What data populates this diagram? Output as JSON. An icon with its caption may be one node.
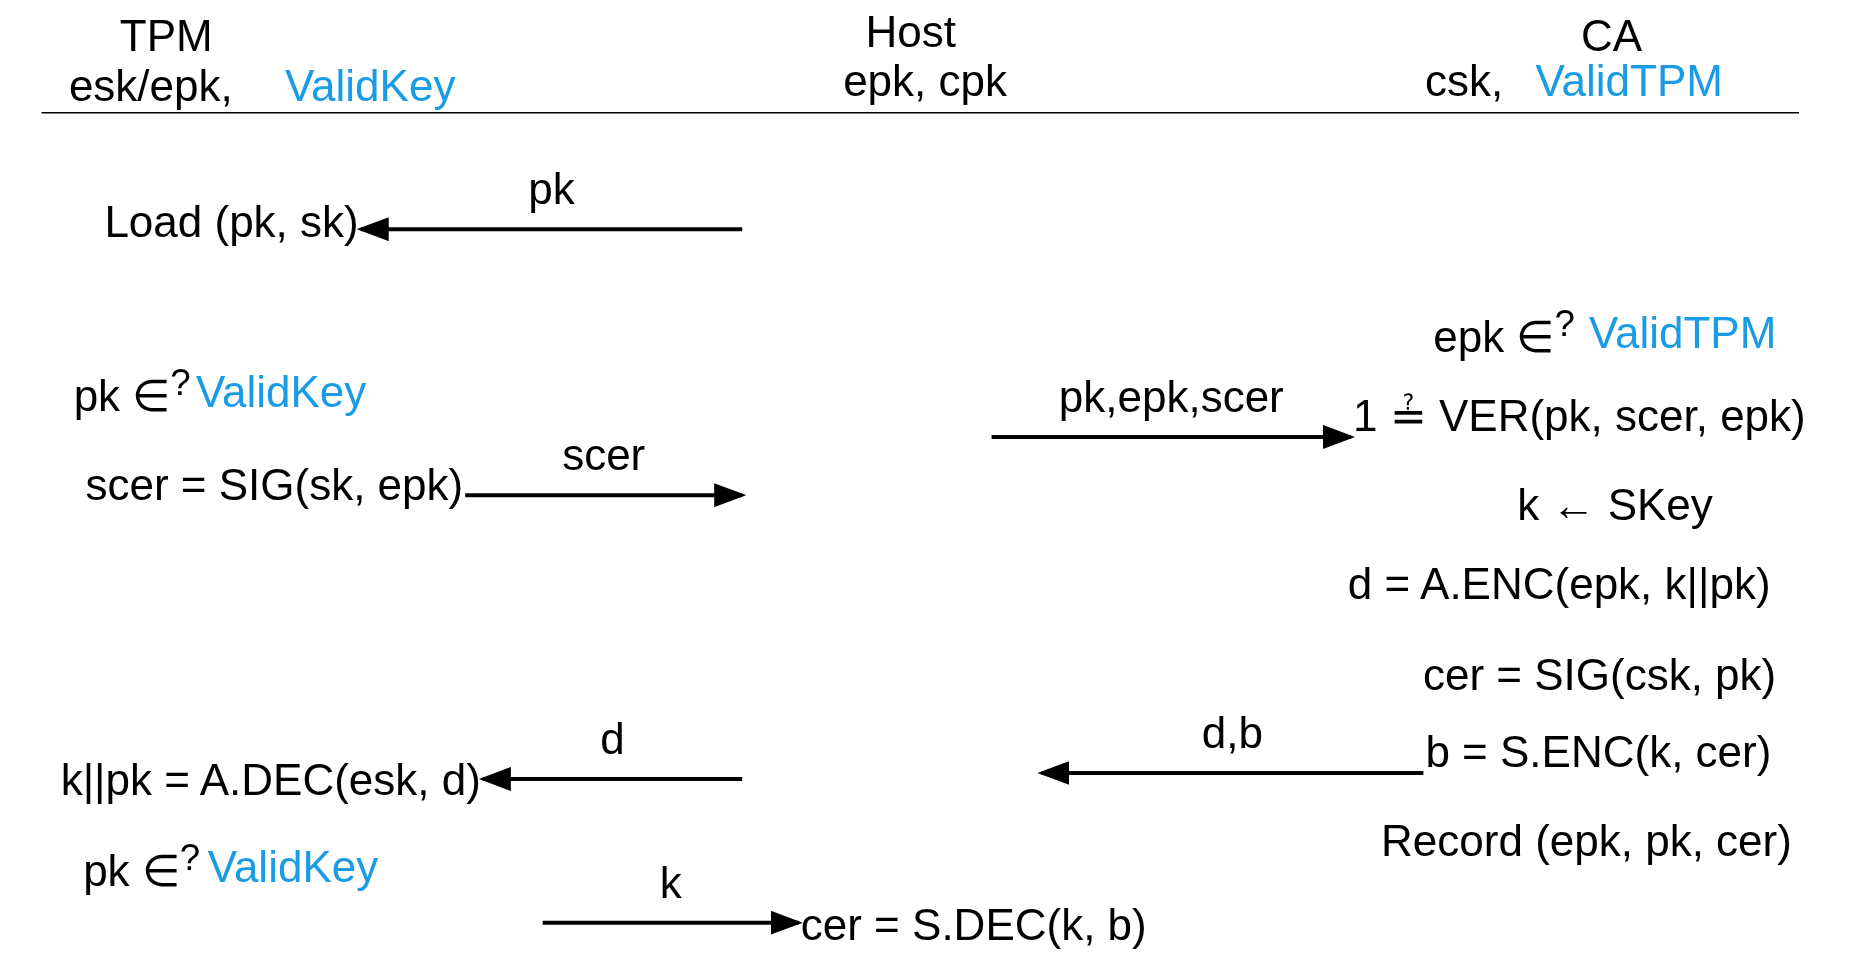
{
  "diagram": {
    "nodes": [
      {
        "text": [
          "Load (pk, sk)"
        ]
      },
      {
        "text": [
          "scer = SIG(sk, epk)"
        ]
      },
      {
        "text": [
          "1 ≟ VER(pk, scer, epk)"
        ]
      },
      {
        "text": [
          "b = S.ENC(k, cer)"
        ]
      },
      {
        "text": [
          "k||pk = A.DEC(esk, d)"
        ]
      },
      {
        "text": [
          "cer = S.DEC(k, b)"
        ]
      }
    ],
    "edges": [
      {
        "from": null,
        "to": 0,
        "arrow": "to",
        "label": "pk"
      },
      {
        "from": 1,
        "to": null,
        "arrow": "to",
        "label": "scer"
      },
      {
        "from": null,
        "to": 2,
        "arrow": "to",
        "label": "pk,epk,scer"
      },
      {
        "from": 3,
        "to": null,
        "arrow": "to",
        "label": "d,b"
      },
      {
        "from": null,
        "to": 4,
        "arrow": "to",
        "label": "d"
      },
      {
        "from": null,
        "to": 5,
        "arrow": "to",
        "label": "k"
      }
    ],
    "labels": [
      "TPM",
      "Host",
      "CA",
      "esk/epk,",
      "ValidKey",
      "epk, cpk",
      "csk,",
      "ValidTPM",
      "epk ∈$^{?}$",
      "ValidTPM",
      "pk ∈$^{?}$",
      "ValidKey",
      "k ← SKey",
      "d = A.ENC(epk, k||pk)",
      "cer = SIG(csk, pk)",
      "Record (epk, pk, cer)",
      "pk ∈$^{?}$",
      "ValidKey"
    ]
  }
}
